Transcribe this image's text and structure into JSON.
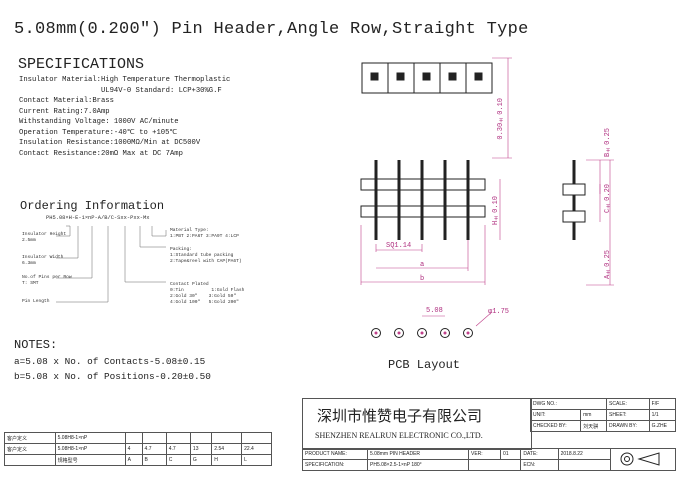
{
  "title": "5.08mm(0.200\") Pin Header,Angle Row,Straight Type",
  "specifications": {
    "heading": "SPECIFICATIONS",
    "lines": [
      "Insulator Material:High Temperature Thermoplastic",
      "                   UL94V-0 Standard: LCP+30%G.F",
      "Contact Material:Brass",
      "Current Rating:7.0Amp",
      "Withstanding Voltage: 1000V AC/minute",
      "Operation Temperature:-40℃ to +105℃",
      "Insulation Resistance:1000MΩ/Min at DC500V",
      "Contact Resistance:20mΩ Max at DC 7Amp"
    ]
  },
  "ordering": {
    "heading": "Ordering Information",
    "code": "PH5.08×H-E-1×nP-A/B/C-Sxx-Pxx-Mx",
    "labels": {
      "insulator_height": "Insulator Height\n2.5mm",
      "insulator_width": "Insulator Width\n6.3mm",
      "pins_per_row": "No.of Pins per Row\nT: SMT",
      "pin_length": "Pin Length",
      "material_type": "Material Type:\n1:PBT 2:PA6T 3:PA9T 4:LCP",
      "packing": "Packing:\n1:Standard tube packing\n2:Tape&reel with CAP(PA6T)",
      "contact_plated": "Contact Plated\n0:Tin          1:Gold Flash\n2:Gold 30\"    3:Gold 50\"\n4:Gold 100\"   5:Gold 200\""
    }
  },
  "notes": {
    "heading": "NOTES:",
    "lines": [
      "a=5.08 x No. of Contacts-5.08±0.15",
      "b=5.08 x No. of Positions-0.20±0.50"
    ]
  },
  "drawing": {
    "dim_030": "0.30±0.10",
    "dim_b025": "B±0.25",
    "dim_c020": "C±0.20",
    "dim_a025": "A±0.25",
    "dim_h010": "H±0.10",
    "dim_sq": "SQ1.14",
    "dim_a": "a",
    "dim_b": "b",
    "dim_508": "5.08",
    "dim_hole": "φ1.75",
    "pcb_label": "PCB Layout"
  },
  "title_block": {
    "company_cn": "深圳市惟赞电子有限公司",
    "company_en": "SHENZHEN REALRUN ELECTRONIC CO.,LTD.",
    "dwg_no": "DWG NO.:",
    "scale": "SCALE:",
    "scale_val": "F/F",
    "unit": "UNIT:",
    "unit_val": "mm",
    "sheet": "SHEET:",
    "sheet_val": "1/1",
    "checked_by": "CHECKED BY:",
    "checked_val": "刘天骐",
    "drawn_by": "DRAWN BY:",
    "drawn_val": "G.ZHE",
    "product_name": "PRODUCT NAME:",
    "product_val": "5.08mm PIN HEADER",
    "ver": "VER:",
    "ver_val": "01",
    "date": "DATE:",
    "date_val": "2018.8.22",
    "specification": "SPECIFICATION:",
    "spec_val": "PH5.08×2.5-1×nP 180°",
    "ecn": "ECN:"
  },
  "customer_table": {
    "rows": [
      [
        "客户定义",
        "5.08H8-1×nP",
        "",
        "",
        "",
        "",
        "",
        ""
      ],
      [
        "客户定义",
        "5.08H8-1×nP",
        "4",
        "4.7",
        "4.7",
        "13",
        "2.54",
        "22.4"
      ],
      [
        "",
        "规格型号",
        "A",
        "B",
        "C",
        "G",
        "H",
        "L"
      ]
    ]
  }
}
